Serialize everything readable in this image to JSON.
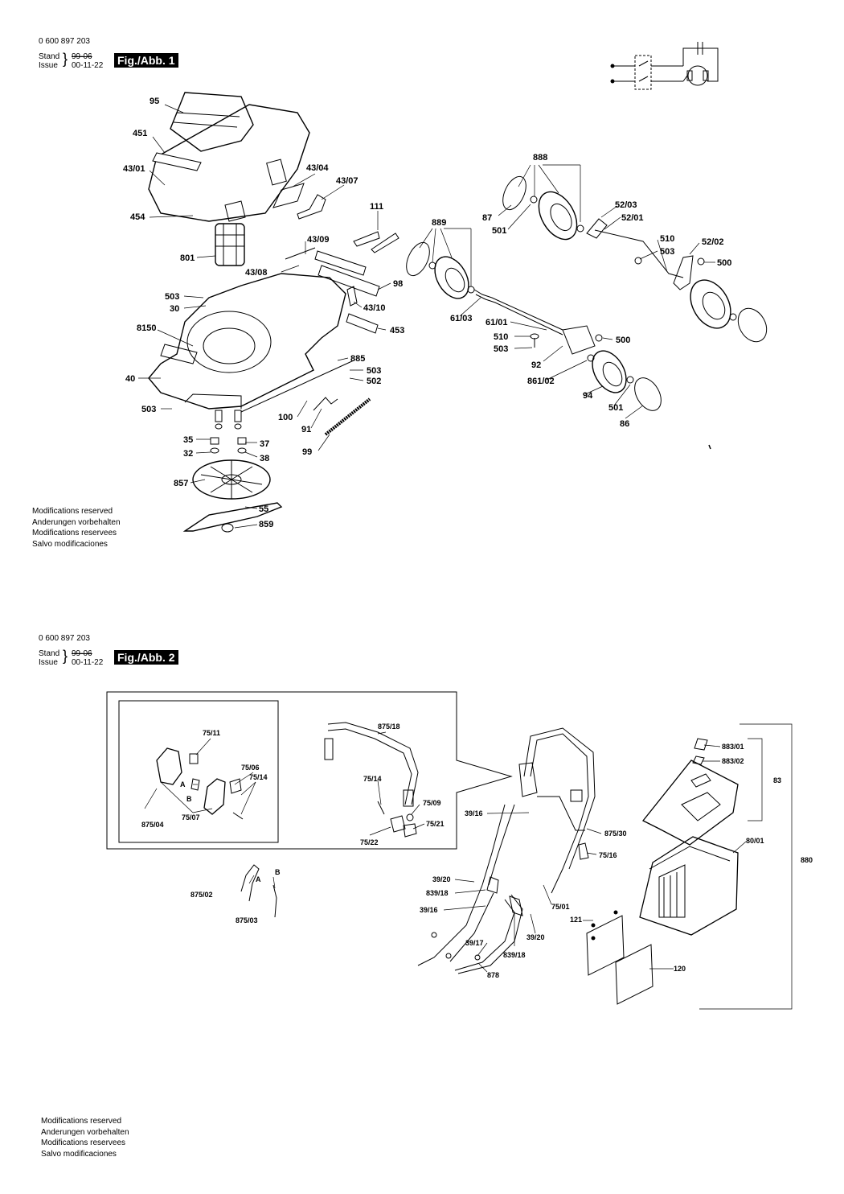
{
  "fig1": {
    "part_number": "0 600 897 203",
    "stand_label": "Stand",
    "issue_label": "Issue",
    "stand_date_struck": "99-06",
    "issue_date": "00-11-22",
    "fig_label": "Fig./Abb. 1",
    "callouts": [
      "95",
      "451",
      "43/01",
      "454",
      "43/04",
      "43/07",
      "111",
      "801",
      "43/09",
      "43/08",
      "98",
      "503",
      "30",
      "43/10",
      "453",
      "8150",
      "885",
      "503",
      "502",
      "40",
      "503",
      "100",
      "91",
      "99",
      "35",
      "37",
      "32",
      "38",
      "857",
      "55",
      "859",
      "888",
      "87",
      "501",
      "52/03",
      "52/01",
      "889",
      "510",
      "503",
      "52/02",
      "500",
      "61/03",
      "61/01",
      "510",
      "500",
      "503",
      "92",
      "861/02",
      "94",
      "501",
      "86"
    ]
  },
  "fig2": {
    "part_number": "0 600 897 203",
    "stand_label": "Stand",
    "issue_label": "Issue",
    "stand_date_struck": "99-06",
    "issue_date": "00-11-22",
    "fig_label": "Fig./Abb. 2",
    "callouts": [
      "75/11",
      "A",
      "B",
      "75/06",
      "75/14",
      "75/07",
      "875/04",
      "875/18",
      "75/14",
      "75/09",
      "75/21",
      "75/22",
      "A",
      "B",
      "875/02",
      "875/03",
      "39/16",
      "875/30",
      "75/16",
      "39/20",
      "839/18",
      "39/16",
      "75/01",
      "39/17",
      "839/18",
      "39/20",
      "878",
      "883/01",
      "883/02",
      "83",
      "80/01",
      "880",
      "121",
      "120"
    ]
  },
  "modifications_1": [
    "Modifications reserved",
    "Anderungen vorbehalten",
    "Modifications reservees",
    "Salvo modificaciones"
  ],
  "modifications_2": [
    "Modifications reserved",
    "Anderungen vorbehalten",
    "Modifications reservees",
    "Salvo modificaciones"
  ]
}
